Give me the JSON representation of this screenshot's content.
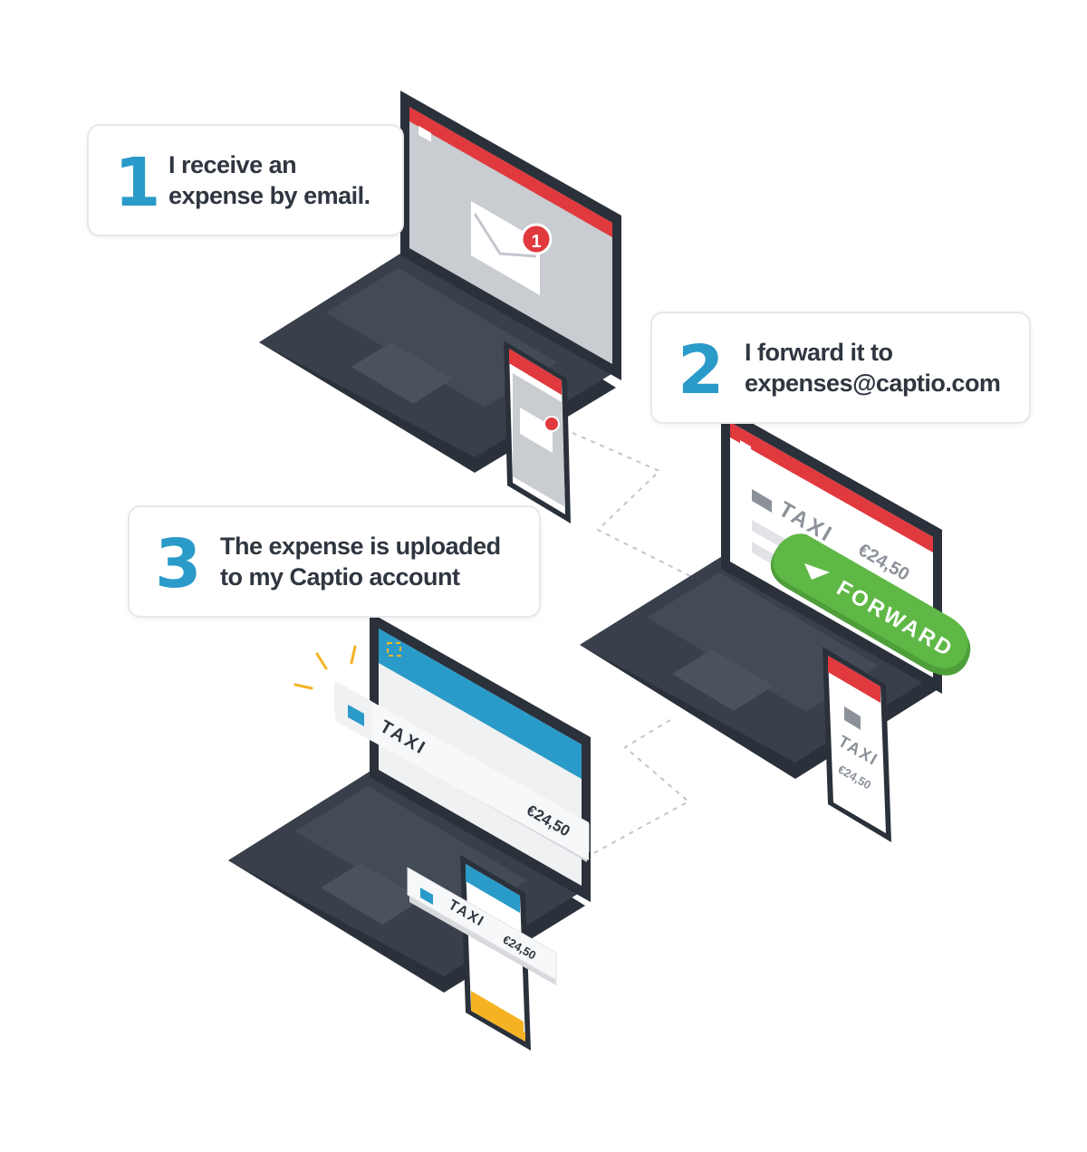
{
  "steps": [
    {
      "number": "1",
      "lines": [
        "I receive an",
        "expense by email."
      ]
    },
    {
      "number": "2",
      "lines": [
        "I forward it to",
        "expenses@captio.com"
      ]
    },
    {
      "number": "3",
      "lines": [
        "The expense is uploaded",
        "to my Captio account"
      ]
    }
  ],
  "email": {
    "notification_count": "1"
  },
  "expense": {
    "label": "TAXI",
    "amount": "€24,50"
  },
  "forward": {
    "label": "FORWARD"
  },
  "colors": {
    "accent_blue": "#2a9bc9",
    "email_red": "#e0393e",
    "forward_green": "#5fb845",
    "laptop_dark": "#333a44",
    "highlight_yellow": "#f5b324"
  },
  "icons": [
    "envelope-icon",
    "taxi-icon",
    "send-icon",
    "scan-frame-icon"
  ]
}
